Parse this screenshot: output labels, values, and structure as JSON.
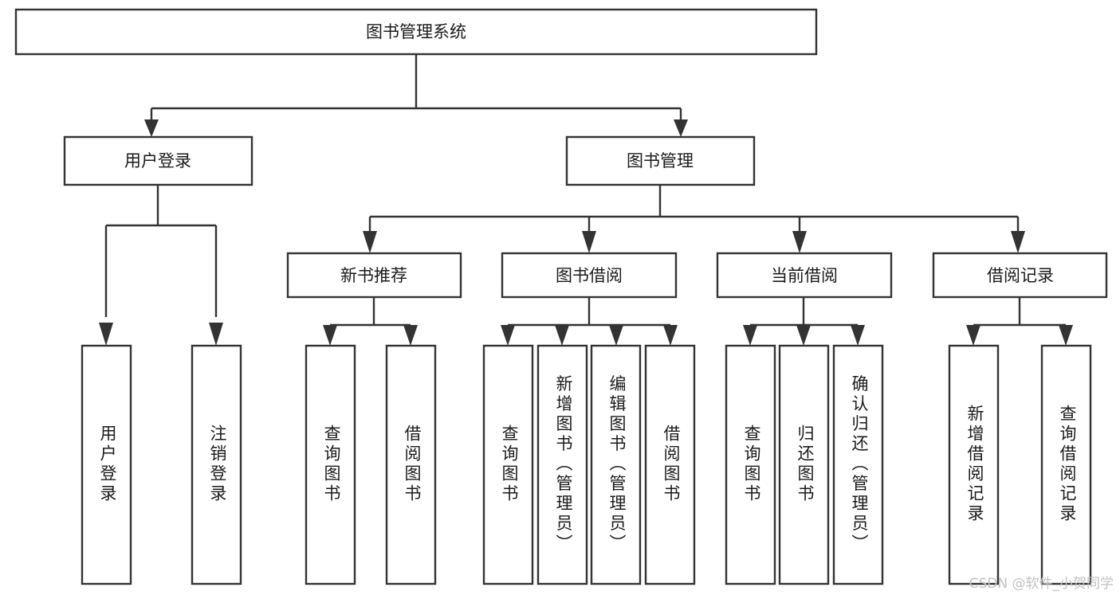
{
  "diagram": {
    "title": "图书管理系统",
    "watermark": "CSDN @软件_小贺同学",
    "colors": {
      "stroke": "#333333",
      "fill": "#ffffff",
      "text": "#1a1a1a",
      "watermark": "#c2c2c2"
    },
    "levels": {
      "root": {
        "label": "图书管理系统"
      },
      "level2": [
        {
          "label": "用户登录"
        },
        {
          "label": "图书管理"
        }
      ],
      "level3": [
        {
          "label": "新书推荐"
        },
        {
          "label": "图书借阅"
        },
        {
          "label": "当前借阅"
        },
        {
          "label": "借阅记录"
        }
      ],
      "leaves": {
        "user_login": [
          {
            "label": "用户登录"
          },
          {
            "label": "注销登录"
          }
        ],
        "new_book_recommend": [
          {
            "label": "查询图书"
          },
          {
            "label": "借阅图书"
          }
        ],
        "book_borrow": [
          {
            "label": "查询图书"
          },
          {
            "label": "新增图书（管理员）"
          },
          {
            "label": "编辑图书（管理员）"
          },
          {
            "label": "借阅图书"
          }
        ],
        "current_borrow": [
          {
            "label": "查询图书"
          },
          {
            "label": "归还图书"
          },
          {
            "label": "确认归还（管理员）"
          }
        ],
        "borrow_record": [
          {
            "label": "新增借阅记录"
          },
          {
            "label": "查询借阅记录"
          }
        ]
      }
    }
  }
}
